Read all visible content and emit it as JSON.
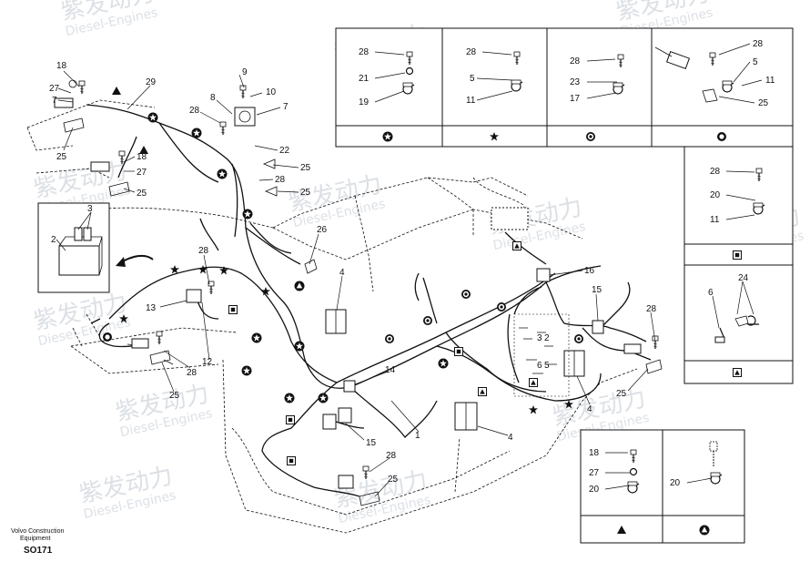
{
  "watermark": {
    "brand_cn": "紫发动力",
    "brand_en": "Diesel-Engines"
  },
  "footer": {
    "brand_line1": "Volvo Construction",
    "brand_line2": "Equipment",
    "part_code": "SO171"
  },
  "callouts": {
    "n1": "1",
    "n2": "2",
    "n3": "3",
    "n4": "4",
    "n5": "5",
    "n6": "6",
    "n7": "7",
    "n8": "8",
    "n9": "9",
    "n10": "10",
    "n11": "11",
    "n12": "12",
    "n13": "13",
    "n14": "14",
    "n15": "15",
    "n16": "16",
    "n17": "17",
    "n18": "18",
    "n19": "19",
    "n20": "20",
    "n21": "21",
    "n22": "22",
    "n23": "23",
    "n24": "24",
    "n25": "25",
    "n26": "26",
    "n27": "27",
    "n28": "28",
    "n29": "29"
  },
  "legend_boxes": [
    {
      "symbol": "star-in-circle-icon",
      "parts": [
        "28",
        "21",
        "19"
      ]
    },
    {
      "symbol": "star-icon",
      "parts": [
        "28",
        "5",
        "11"
      ]
    },
    {
      "symbol": "bullseye-icon",
      "parts": [
        "28",
        "23",
        "17"
      ]
    },
    {
      "symbol": "ring-icon",
      "parts": [
        "28",
        "5",
        "11",
        "25"
      ]
    },
    {
      "symbol": "square-in-square-icon",
      "parts": [
        "28",
        "20",
        "11"
      ]
    },
    {
      "symbol": "triangle-in-square-icon",
      "parts": [
        "6",
        "24"
      ]
    },
    {
      "symbol": "filled-triangle-icon",
      "parts": [
        "18",
        "27",
        "20"
      ]
    },
    {
      "symbol": "triangle-in-circle-icon",
      "parts": [
        "20"
      ]
    }
  ]
}
